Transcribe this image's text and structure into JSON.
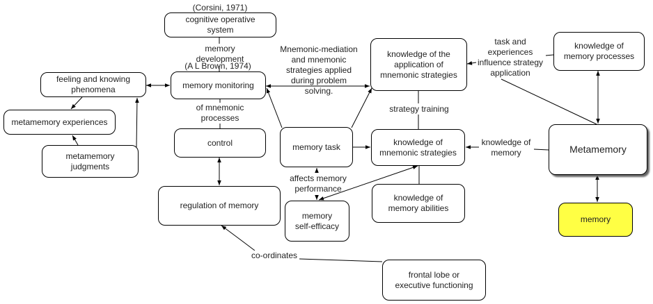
{
  "nodes": {
    "cognitive_operative_system": {
      "label": "cognitive operative\nsystem",
      "citation": "(Corsini, 1971)"
    },
    "memory_monitoring": {
      "label": "memory monitoring",
      "citation": "(A L Brown, 1974)"
    },
    "feeling_and_knowing": {
      "label": "feeling and knowing\nphenomena"
    },
    "metamemory_experiences": {
      "label": "metamemory experiences"
    },
    "metamemory_judgments": {
      "label": "metamemory\njudgments"
    },
    "control": {
      "label": "control"
    },
    "regulation_of_memory": {
      "label": "regulation of memory"
    },
    "memory_task": {
      "label": "memory task"
    },
    "memory_self_efficacy": {
      "label": "memory\nself-efficacy"
    },
    "knowledge_application": {
      "label": "knowledge of the\napplication of\nmnemonic strategies"
    },
    "knowledge_mnemonic_strategies": {
      "label": "knowledge of\nmnemonic strategies"
    },
    "knowledge_memory_abilities": {
      "label": "knowledge of\nmemory abilities"
    },
    "knowledge_memory_processes": {
      "label": "knowledge of\nmemory processes"
    },
    "metamemory": {
      "label": "Metamemory"
    },
    "memory": {
      "label": "memory",
      "fill": "#ffff44"
    },
    "frontal_lobe": {
      "label": "frontal lobe or\nexecutive functioning"
    }
  },
  "links": {
    "memory_development": "memory\ndevelopment",
    "of_mnemonic_processes": "of mnemonic\nprocesses",
    "mnemonic_mediation": "Mnemonic-mediation\nand mnemonic\nstrategies applied\nduring problem\nsolving.",
    "strategy_training": "strategy training",
    "task_and_experiences": "task and\nexperiences\ninfluence strategy\napplication",
    "knowledge_of_memory": "knowledge of\nmemory",
    "affects_memory_performance": "affects memory\nperformance",
    "co_ordinates": "co-ordinates"
  }
}
